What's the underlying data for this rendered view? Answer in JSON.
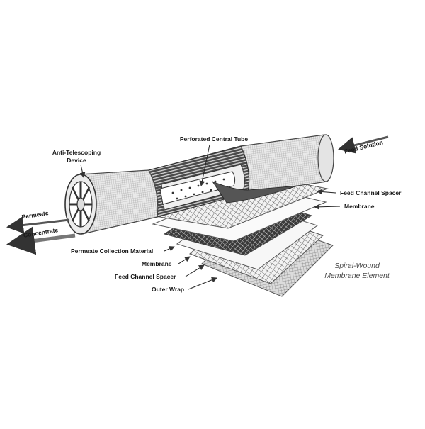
{
  "diagram": {
    "caption_line1": "Spiral-Wound",
    "caption_line2": "Membrane Element",
    "labels": {
      "anti_telescoping_line1": "Anti-Telescoping",
      "anti_telescoping_line2": "Device",
      "perforated_central_tube": "Perforated Central Tube",
      "feed_solution": "Feed Solution",
      "feed_channel_spacer_right": "Feed Channel Spacer",
      "membrane_right": "Membrane",
      "permeate": "Permeate",
      "concentrate": "Concentrate",
      "permeate_collection_material": "Permeate Collection Material",
      "membrane_left": "Membrane",
      "feed_channel_spacer_left": "Feed Channel Spacer",
      "outer_wrap": "Outer Wrap"
    }
  }
}
